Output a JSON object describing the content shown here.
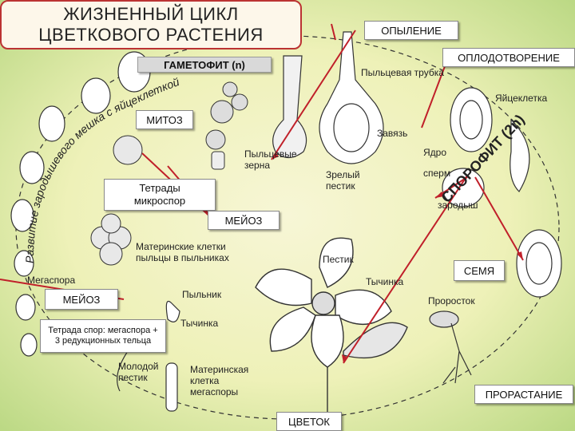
{
  "title": "ЖИЗНЕННЫЙ ЦИКЛ\nЦВЕТКОВОГО РАСТЕНИЯ",
  "stages": {
    "pollination": "ОПЫЛЕНИЕ",
    "fertilization": "ОПЛОДОТВОРЕНИЕ",
    "gametophyte": "ГАМЕТОФИТ (n)",
    "mitosis": "МИТОЗ",
    "sporophyte": "СПОРОФИТ (2n)",
    "tetrads": "Тетрады микроспор",
    "meiosis_top": "МЕЙОЗ",
    "seed": "СЕМЯ",
    "meiosis_left": "МЕЙОЗ",
    "spore_tetrad": "Тетрада спор: мегаспора + 3 редукционных тельца",
    "germination": "ПРОРАСТАНИЕ",
    "flower": "ЦВЕТОК"
  },
  "arc_text": "Развитие зародышевого мешка с яйцеклеткой",
  "labels": {
    "pollen_tube": "Пыльцевая трубка",
    "egg_cell": "Яйцеклетка",
    "ovary": "Завязь",
    "pollen_grains": "Пыльцевые\nзерна",
    "mature_pistil": "Зрелый\nпестик",
    "nucleus": "Ядро",
    "sperm": "сперм",
    "embryo": "зародыш",
    "mother_cells": "Материнские клетки\nпыльцы в пыльниках",
    "pistil": "Пестик",
    "stamen": "Тычинка",
    "megaspore": "Мегаспора",
    "anther": "Пыльник",
    "stamen2": "Тычинка",
    "sprout": "Проросток",
    "young_pistil": "Молодой\nпестик",
    "megaspore_mother": "Материнская\nклетка\nмегаспоры"
  },
  "colors": {
    "background_center": "#f6f4cf",
    "background_edge": "#c3dd88",
    "arrow": "#c0202a",
    "title_border": "#b33333"
  }
}
